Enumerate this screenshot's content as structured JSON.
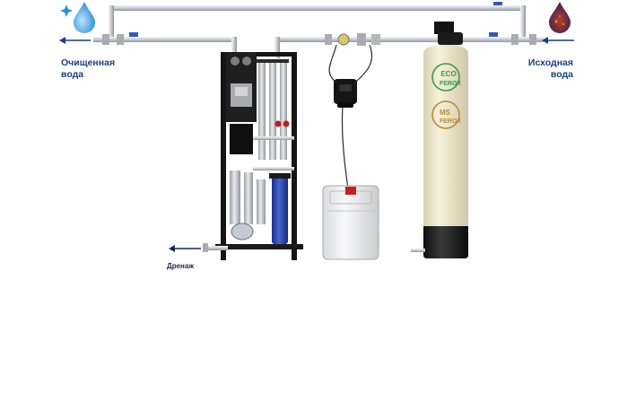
{
  "labels": {
    "purified_line1": "Очищенная",
    "purified_line2": "вода",
    "source_line1": "Исходная",
    "source_line2": "вода",
    "drain": "Дренаж"
  },
  "tank_logos": {
    "eco_top": "ECO",
    "eco_bottom": "FEROX",
    "ms_top": "MS",
    "ms_bottom": "FEROX"
  },
  "icons": {
    "purified": "clean-water-drop-icon",
    "source": "dirty-water-drop-icon",
    "left_arrow": "arrow-left-icon",
    "right_arrow": "arrow-left-icon",
    "drain_arrow": "arrow-left-icon"
  },
  "colors": {
    "pipe": "#c9ced6",
    "tank_body": "#efe9cf",
    "tank_base": "#222222",
    "eco_green": "#3a9a4a",
    "ms_gold": "#b68b3c",
    "cartridge_blue": "#3050b0",
    "text_blue": "#1d3f7a"
  }
}
